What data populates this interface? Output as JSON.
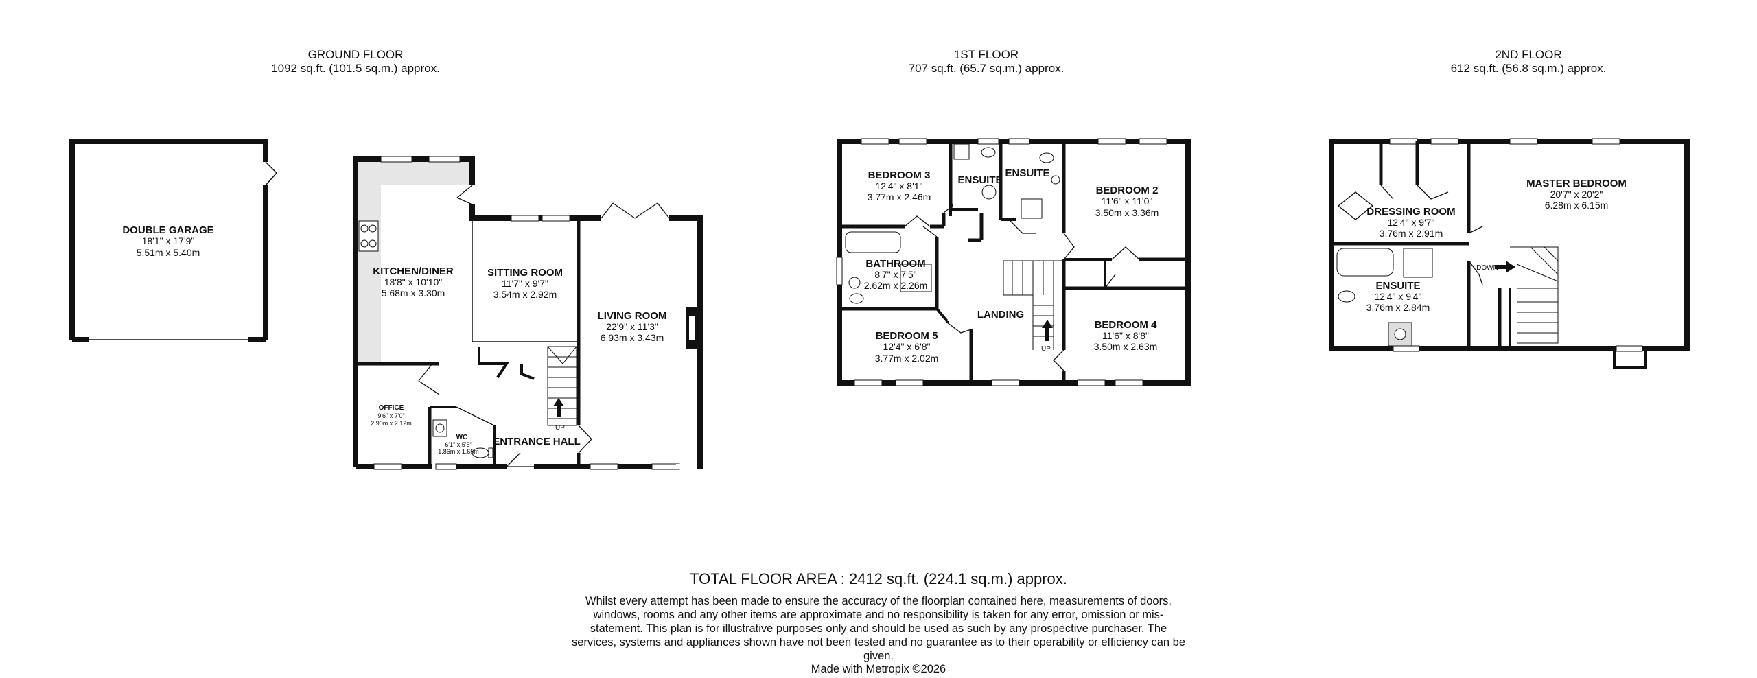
{
  "floors": {
    "ground": {
      "title": "GROUND FLOOR",
      "area": "1092 sq.ft. (101.5 sq.m.) approx."
    },
    "first": {
      "title": "1ST FLOOR",
      "area": "707 sq.ft. (65.7 sq.m.) approx."
    },
    "second": {
      "title": "2ND FLOOR",
      "area": "612 sq.ft. (56.8 sq.m.) approx."
    }
  },
  "rooms": {
    "garage": {
      "name": "DOUBLE GARAGE",
      "imperial": "18'1\" x 17'9\"",
      "metric": "5.51m x 5.40m"
    },
    "kitchen": {
      "name": "KITCHEN/DINER",
      "imperial": "18'8\" x 10'10\"",
      "metric": "5.68m x 3.30m"
    },
    "sitting": {
      "name": "SITTING ROOM",
      "imperial": "11'7\" x 9'7\"",
      "metric": "3.54m x 2.92m"
    },
    "living": {
      "name": "LIVING ROOM",
      "imperial": "22'9\" x 11'3\"",
      "metric": "6.93m x 3.43m"
    },
    "office": {
      "name": "OFFICE",
      "imperial": "9'6\" x 7'0\"",
      "metric": "2.90m x 2.12m"
    },
    "wc": {
      "name": "WC",
      "imperial": "6'1\" x 5'5\"",
      "metric": "1.86m x 1.65m"
    },
    "hall": {
      "name": "ENTRANCE HALL"
    },
    "bedroom3": {
      "name": "BEDROOM 3",
      "imperial": "12'4\" x 8'1\"",
      "metric": "3.77m x 2.46m"
    },
    "ensuite1": {
      "name": "ENSUITE"
    },
    "ensuite2": {
      "name": "ENSUITE"
    },
    "bedroom2": {
      "name": "BEDROOM 2",
      "imperial": "11'6\" x 11'0\"",
      "metric": "3.50m x 3.36m"
    },
    "bathroom": {
      "name": "BATHROOM",
      "imperial": "8'7\" x 7'5\"",
      "metric": "2.62m x 2.26m"
    },
    "landing": {
      "name": "LANDING"
    },
    "bedroom5": {
      "name": "BEDROOM 5",
      "imperial": "12'4\" x 6'8\"",
      "metric": "3.77m x 2.02m"
    },
    "bedroom4": {
      "name": "BEDROOM 4",
      "imperial": "11'6\" x 8'8\"",
      "metric": "3.50m x 2.63m"
    },
    "dressing": {
      "name": "DRESSING ROOM",
      "imperial": "12'4\" x 9'7\"",
      "metric": "3.76m x 2.91m"
    },
    "ensuite3": {
      "name": "ENSUITE",
      "imperial": "12'4\" x 9'4\"",
      "metric": "3.76m x 2.84m"
    },
    "master": {
      "name": "MASTER BEDROOM",
      "imperial": "20'7\" x 20'2\"",
      "metric": "6.28m x 6.15m"
    }
  },
  "stairs": {
    "up": "UP",
    "down": "DOWN"
  },
  "footer": {
    "total": "TOTAL FLOOR AREA : 2412 sq.ft. (224.1 sq.m.) approx.",
    "disclaimer": "Whilst every attempt has been made to ensure the accuracy of the floorplan contained here, measurements of doors, windows, rooms and any other items are approximate and no responsibility is taken for any error, omission or mis-statement. This plan is for illustrative purposes only and should be used as such by any prospective purchaser. The services, systems and appliances shown have not been tested and no guarantee as to their operability or efficiency can be given.",
    "credit": "Made with Metropix ©2026"
  },
  "colors": {
    "wall": "#111111",
    "kitchen_fill": "#e6e6e6",
    "background": "#ffffff"
  }
}
